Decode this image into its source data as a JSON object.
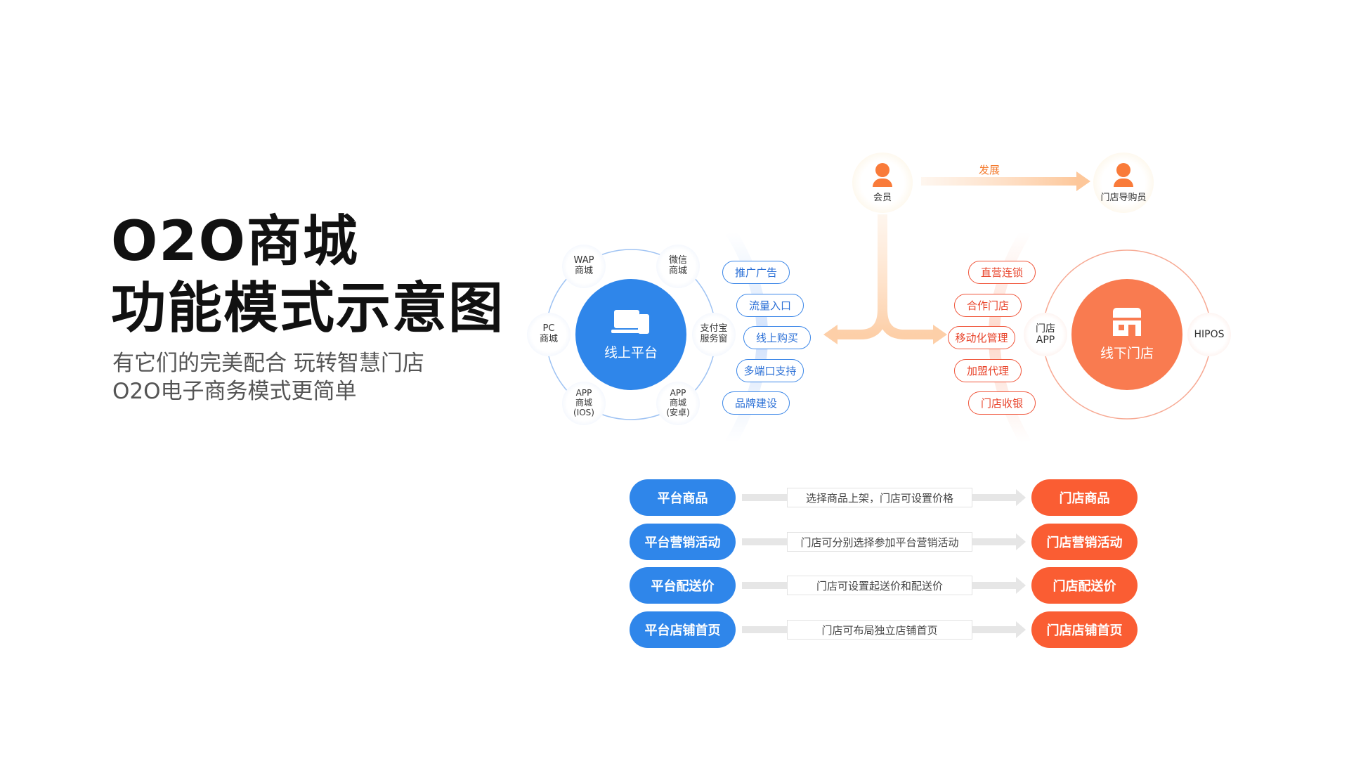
{
  "title": {
    "line1": "O2O商城",
    "line2": "功能模式示意图"
  },
  "subtitle": {
    "line1": "有它们的完美配合 玩转智慧门店",
    "line2": "O2O电子商务模式更简单"
  },
  "online": {
    "center": "线上平台",
    "satellites": [
      [
        "WAP",
        "商城"
      ],
      [
        "微信",
        "商城"
      ],
      [
        "PC",
        "商城"
      ],
      [
        "支付宝",
        "服务窗"
      ],
      [
        "APP",
        "商城",
        "(IOS)"
      ],
      [
        "APP",
        "商城",
        "(安卓)"
      ]
    ],
    "features": [
      "推广广告",
      "流量入口",
      "线上购买",
      "多端口支持",
      "品牌建设"
    ]
  },
  "offline": {
    "center": "线下门店",
    "satellites": [
      [
        "门店",
        "APP"
      ],
      [
        "HIPOS"
      ]
    ],
    "features": [
      "直营连锁",
      "合作门店",
      "移动化管理",
      "加盟代理",
      "门店收银"
    ]
  },
  "member": {
    "label": "会员",
    "arrow_label": "发展",
    "target": "门店导购员"
  },
  "rows": [
    {
      "platform": "平台商品",
      "desc": "选择商品上架，门店可设置价格",
      "store": "门店商品"
    },
    {
      "platform": "平台营销活动",
      "desc": "门店可分别选择参加平台营销活动",
      "store": "门店营销活动"
    },
    {
      "platform": "平台配送价",
      "desc": "门店可设置起送价和配送价",
      "store": "门店配送价"
    },
    {
      "platform": "平台店铺首页",
      "desc": "门店可布局独立店铺首页",
      "store": "门店店铺首页"
    }
  ],
  "colors": {
    "blue": "#2f86ea",
    "orange": "#fa5d33",
    "peach": "#fdd3b0"
  }
}
